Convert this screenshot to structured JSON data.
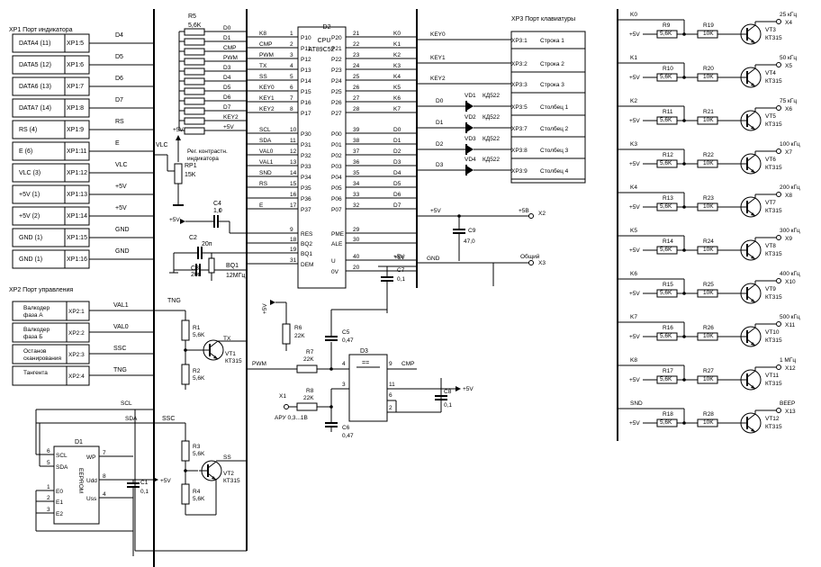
{
  "xp1": {
    "title": "XP1 Порт индикатора",
    "rows": [
      {
        "label": "DATA4 (11)",
        "pin": "XP1:5",
        "net": "D4"
      },
      {
        "label": "DATA5 (12)",
        "pin": "XP1:6",
        "net": "D5"
      },
      {
        "label": "DATA6 (13)",
        "pin": "XP1:7",
        "net": "D6"
      },
      {
        "label": "DATA7 (14)",
        "pin": "XP1:8",
        "net": "D7"
      },
      {
        "label": "RS (4)",
        "pin": "XP1:9",
        "net": "RS"
      },
      {
        "label": "E (6)",
        "pin": "XP1:11",
        "net": "E"
      },
      {
        "label": "VLC (3)",
        "pin": "XP1:12",
        "net": "VLC"
      },
      {
        "label": "+5V (1)",
        "pin": "XP1:13",
        "net": "+5V"
      },
      {
        "label": "+5V (2)",
        "pin": "XP1:14",
        "net": "+5V"
      },
      {
        "label": "GND (1)",
        "pin": "XP1:15",
        "net": "GND"
      },
      {
        "label": "GND (1)",
        "pin": "XP1:16",
        "net": "GND"
      }
    ]
  },
  "xp2": {
    "title": "XP2 Порт управления",
    "rows": [
      {
        "label1": "Валкодер",
        "label2": "фаза А",
        "pin": "XP2:1",
        "net": "VAL1"
      },
      {
        "label1": "Валкодер",
        "label2": "фаза Б",
        "pin": "XP2:2",
        "net": "VAL0"
      },
      {
        "label1": "Останов",
        "label2": "сканирования",
        "pin": "XP2:3",
        "net": "SSC"
      },
      {
        "label1": "Тангента",
        "label2": "",
        "pin": "XP2:4",
        "net": "TNG"
      }
    ]
  },
  "r5": {
    "name": "R5",
    "value": "5,6K",
    "nets": [
      "D0",
      "D1",
      "CMP",
      "PWM",
      "D3",
      "D4",
      "D5",
      "D6",
      "D7",
      "KEY2",
      "+5V"
    ]
  },
  "rp1": {
    "name": "RP1",
    "value": "15K",
    "note1": "Рег. контрастн.",
    "note2": "индикатора",
    "supply": "+5V",
    "net": "VLC"
  },
  "caps_left": {
    "c4": {
      "name": "C4",
      "value": "1,0",
      "supply": "+5V"
    },
    "c2": {
      "name": "C2",
      "value": "20п"
    },
    "c3": {
      "name": "C3",
      "value": "20п"
    },
    "bq1": {
      "name": "BQ1",
      "value": "12МГц"
    }
  },
  "d2": {
    "name": "D2",
    "title": "CPU",
    "part": "AT89C52",
    "left_pins": [
      {
        "net": "K8",
        "num": "1",
        "pin": "P10"
      },
      {
        "net": "CMP",
        "num": "2",
        "pin": "P11"
      },
      {
        "net": "PWM",
        "num": "3",
        "pin": "P12"
      },
      {
        "net": "TX",
        "num": "4",
        "pin": "P13"
      },
      {
        "net": "SS",
        "num": "5",
        "pin": "P14"
      },
      {
        "net": "KEY0",
        "num": "6",
        "pin": "P15"
      },
      {
        "net": "KEY1",
        "num": "7",
        "pin": "P16"
      },
      {
        "net": "KEY2",
        "num": "8",
        "pin": "P17"
      },
      {
        "net": "SCL",
        "num": "10",
        "pin": "P30"
      },
      {
        "net": "SDA",
        "num": "11",
        "pin": "P31"
      },
      {
        "net": "VAL0",
        "num": "12",
        "pin": "P32"
      },
      {
        "net": "VAL1",
        "num": "13",
        "pin": "P33"
      },
      {
        "net": "SND",
        "num": "14",
        "pin": "P34"
      },
      {
        "net": "RS",
        "num": "15",
        "pin": "P35"
      },
      {
        "net": "",
        "num": "16",
        "pin": "P36"
      },
      {
        "net": "E",
        "num": "17",
        "pin": "P37"
      },
      {
        "net": "",
        "num": "9",
        "pin": "RES"
      },
      {
        "net": "",
        "num": "18",
        "pin": "BQ2"
      },
      {
        "net": "",
        "num": "19",
        "pin": "BQ1"
      },
      {
        "net": "",
        "num": "31",
        "pin": "DEM"
      }
    ],
    "right_pins": [
      {
        "pin": "P20",
        "num": "21",
        "net": "K0"
      },
      {
        "pin": "P21",
        "num": "22",
        "net": "K1"
      },
      {
        "pin": "P22",
        "num": "23",
        "net": "K2"
      },
      {
        "pin": "P23",
        "num": "24",
        "net": "K3"
      },
      {
        "pin": "P24",
        "num": "25",
        "net": "K4"
      },
      {
        "pin": "P25",
        "num": "26",
        "net": "K5"
      },
      {
        "pin": "P26",
        "num": "27",
        "net": "K6"
      },
      {
        "pin": "P27",
        "num": "28",
        "net": "K7"
      },
      {
        "pin": "P00",
        "num": "39",
        "net": "D0"
      },
      {
        "pin": "P01",
        "num": "38",
        "net": "D1"
      },
      {
        "pin": "P02",
        "num": "37",
        "net": "D2"
      },
      {
        "pin": "P03",
        "num": "36",
        "net": "D3"
      },
      {
        "pin": "P04",
        "num": "35",
        "net": "D4"
      },
      {
        "pin": "P05",
        "num": "34",
        "net": "D5"
      },
      {
        "pin": "P06",
        "num": "33",
        "net": "D6"
      },
      {
        "pin": "P07",
        "num": "32",
        "net": "D7"
      },
      {
        "pin": "PME",
        "num": "29",
        "net": ""
      },
      {
        "pin": "ALE",
        "num": "30",
        "net": ""
      },
      {
        "pin": "U",
        "num": "40",
        "net": "+5V"
      },
      {
        "pin": "0V",
        "num": "20",
        "net": ""
      }
    ]
  },
  "xp3": {
    "title": "XP3 Порт клавиатуры",
    "rows": [
      {
        "net": "KEY0",
        "pin": "XP3:1",
        "label": "Строка 1"
      },
      {
        "net": "KEY1",
        "pin": "XP3:2",
        "label": "Строка 2"
      },
      {
        "net": "KEY2",
        "pin": "XP3:3",
        "label": "Строка 3"
      },
      {
        "net": "D0",
        "diode": "VD1",
        "part": "КД522",
        "pin": "XP3:5",
        "label": "Столбец 1"
      },
      {
        "net": "D1",
        "diode": "VD2",
        "part": "КД522",
        "pin": "XP3:7",
        "label": "Столбец 2"
      },
      {
        "net": "D2",
        "diode": "VD3",
        "part": "КД522",
        "pin": "XP3:8",
        "label": "Столбец 3"
      },
      {
        "net": "D3",
        "diode": "VD4",
        "part": "КД522",
        "pin": "XP3:9",
        "label": "Столбец 4"
      }
    ]
  },
  "power": {
    "c9": {
      "name": "C9",
      "value": "47,0"
    },
    "c7": {
      "name": "C7",
      "value": "0,1"
    },
    "supply": "+5V",
    "gnd": "GND",
    "x2": {
      "label": "+5В",
      "name": "X2"
    },
    "x3": {
      "label": "Общий",
      "name": "X3"
    }
  },
  "outputs": [
    {
      "net": "K0",
      "r1": "R9",
      "r2": "R19",
      "vt": "VT3",
      "freq": "25 кГц",
      "x": "X4"
    },
    {
      "net": "K1",
      "r1": "R10",
      "r2": "R20",
      "vt": "VT4",
      "freq": "50 кГц",
      "x": "X5"
    },
    {
      "net": "K2",
      "r1": "R11",
      "r2": "R21",
      "vt": "VT5",
      "freq": "75 кГц",
      "x": "X6"
    },
    {
      "net": "K3",
      "r1": "R12",
      "r2": "R22",
      "vt": "VT6",
      "freq": "100 кГц",
      "x": "X7"
    },
    {
      "net": "K4",
      "r1": "R13",
      "r2": "R23",
      "vt": "VT7",
      "freq": "200 кГц",
      "x": "X8"
    },
    {
      "net": "K5",
      "r1": "R14",
      "r2": "R24",
      "vt": "VT8",
      "freq": "300 кГц",
      "x": "X9"
    },
    {
      "net": "K6",
      "r1": "R15",
      "r2": "R25",
      "vt": "VT9",
      "freq": "400 кГц",
      "x": "X10"
    },
    {
      "net": "K7",
      "r1": "R16",
      "r2": "R26",
      "vt": "VT10",
      "freq": "500 кГц",
      "x": "X11"
    },
    {
      "net": "K8",
      "r1": "R17",
      "r2": "R27",
      "vt": "VT11",
      "freq": "1 МГц",
      "x": "X12"
    },
    {
      "net": "SND",
      "r1": "R18",
      "r2": "R28",
      "vt": "VT12",
      "freq": "BEEP",
      "x": "X13"
    }
  ],
  "outputs_common": {
    "r1_value": "5,6K",
    "r2_value": "10K",
    "transistor": "КТ315",
    "supply": "+5V"
  },
  "tng_stage": {
    "net": "TNG",
    "r1": "R1",
    "r1v": "5,6K",
    "r2": "R2",
    "r2v": "5,6K",
    "vt": "VT1",
    "part": "КТ315",
    "out": "TX"
  },
  "ssc_stage": {
    "net": "SSC",
    "r1": "R3",
    "r1v": "5,6K",
    "r2": "R4",
    "r2v": "5,6K",
    "vt": "VT2",
    "part": "КТ315",
    "out": "SS"
  },
  "comparator": {
    "name": "D3",
    "sym": "==",
    "pins": {
      "in_plus": "4",
      "in_minus": "3",
      "out": "9",
      "p11": "11",
      "p6": "6",
      "p2": "2"
    },
    "out_net": "CMP",
    "in_net": "PWM",
    "r6": {
      "name": "R6",
      "value": "22K"
    },
    "r7": {
      "name": "R7",
      "value": "22K"
    },
    "r8": {
      "name": "R8",
      "value": "22K"
    },
    "c5": {
      "name": "C5",
      "value": "0,47"
    },
    "c6": {
      "name": "C6",
      "value": "0,47"
    },
    "c8": {
      "name": "C8",
      "value": "0,1"
    },
    "x1": {
      "name": "X1",
      "label": "АРУ 0,3...1В"
    },
    "supply": "+5V"
  },
  "eeprom": {
    "name": "D1",
    "part": "EEPROM",
    "left": [
      {
        "num": "6",
        "pin": "SCL"
      },
      {
        "num": "5",
        "pin": "SDA"
      },
      {
        "num": "1",
        "pin": "E0"
      },
      {
        "num": "2",
        "pin": "E1"
      },
      {
        "num": "3",
        "pin": "E2"
      }
    ],
    "right": [
      {
        "num": "7",
        "pin": "WP"
      },
      {
        "num": "8",
        "pin": "Udd"
      },
      {
        "num": "4",
        "pin": "Uss"
      }
    ],
    "c1": {
      "name": "C1",
      "value": "0,1"
    },
    "supply": "+5V",
    "nets": {
      "scl": "SCL",
      "sda": "SDA"
    }
  }
}
